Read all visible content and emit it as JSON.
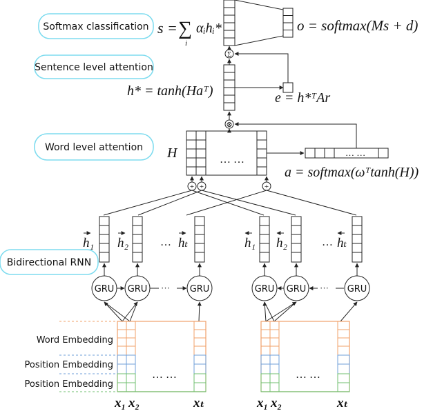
{
  "labels": {
    "softmax_classification": "Softmax classification",
    "sentence_level_attention": "Sentence level attention",
    "word_level_attention": "Word level attention",
    "bidirectional_rnn": "Bidirectional RNN",
    "word_embedding": "Word Embedding",
    "position_embedding_1": "Position Embedding",
    "position_embedding_2": "Position Embedding"
  },
  "formulas": {
    "s_eq": "s = ",
    "sigma": "∑",
    "sum_index": "i",
    "s_term": "αᵢhᵢ*",
    "o_eq": "o = softmax(Ms + d)",
    "h_star_eq": "h* = tanh(Haᵀ)",
    "e_eq": "e = h*ᵀAr",
    "H": "H",
    "a_eq": "a = softmax(ωᵀtanh(H))",
    "ellipsis": "… …"
  },
  "symbols": {
    "sum_node": "Σ",
    "times_node": "⊗",
    "plus": "+",
    "dots": "…",
    "arrow_dots": "···"
  },
  "gru_label": "GRU",
  "hidden_labels": [
    "h₁",
    "h₂",
    "hₜ",
    "h₁",
    "h₂",
    "hₜ"
  ],
  "token_labels": [
    "x₁",
    "x₂",
    "xₜ",
    "x₁",
    "x₂",
    "xₜ"
  ],
  "colors": {
    "box_border": "#7fdcef",
    "word_embedding": "#f0a06a",
    "position_embedding_1": "#6f9fd8",
    "position_embedding_2": "#6fbf6f",
    "line": "#222222"
  }
}
